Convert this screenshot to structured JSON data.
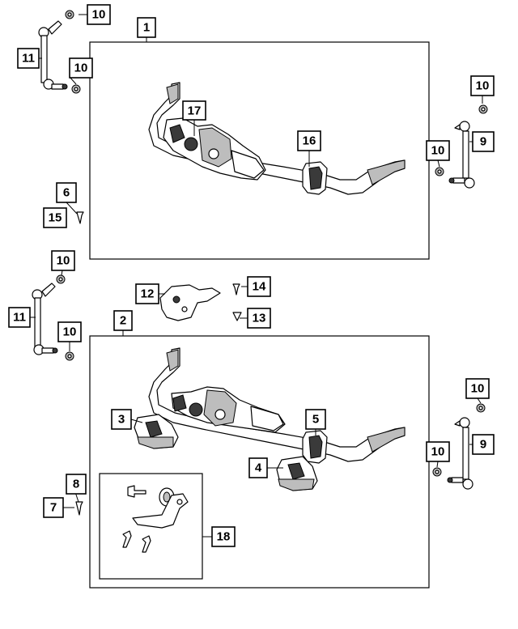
{
  "callouts": {
    "c1": "1",
    "c2": "2",
    "c3": "3",
    "c4": "4",
    "c5": "5",
    "c6": "6",
    "c7": "7",
    "c8": "8",
    "c9a": "9",
    "c9b": "9",
    "c10a": "10",
    "c10b": "10",
    "c10c": "10",
    "c10d": "10",
    "c10e": "10",
    "c10f": "10",
    "c10g": "10",
    "c10h": "10",
    "c11a": "11",
    "c11b": "11",
    "c12": "12",
    "c13": "13",
    "c14": "14",
    "c15": "15",
    "c16": "16",
    "c17": "17",
    "c18": "18"
  },
  "colors": {
    "line": "#000000",
    "fill": "#ffffff",
    "dark": "#3a3a3a",
    "shade": "#bdbdbd"
  },
  "icons": {
    "stabilizer_bar": "stabilizer-bar-icon",
    "actuator": "stabilizer-actuator-icon",
    "bushing": "bushing-icon",
    "link": "stabilizer-link-icon",
    "nut": "nut-icon",
    "bolt": "bolt-icon",
    "bracket": "bracket-icon"
  }
}
